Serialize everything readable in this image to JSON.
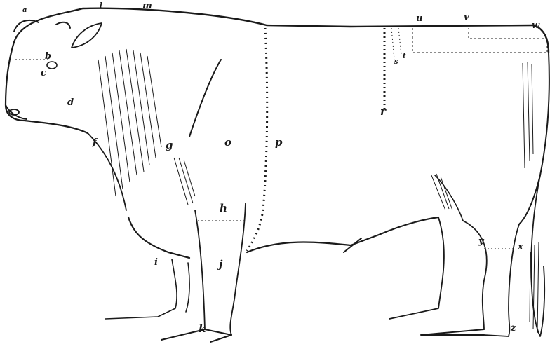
{
  "figure": {
    "colors": {
      "ink": "#1a1a1a",
      "background": "#ffffff"
    },
    "point_labels": {
      "a": "a",
      "b": "b",
      "c": "c",
      "d": "d",
      "f": "f",
      "g": "g",
      "h": "h",
      "i": "i",
      "j": "j",
      "k": "k",
      "l": "l",
      "m": "m",
      "o": "o",
      "p": "p",
      "r": "r",
      "s": "s",
      "t": "t",
      "u": "u",
      "v": "v",
      "w": "w",
      "x": "x",
      "y": "y",
      "z": "z"
    }
  }
}
